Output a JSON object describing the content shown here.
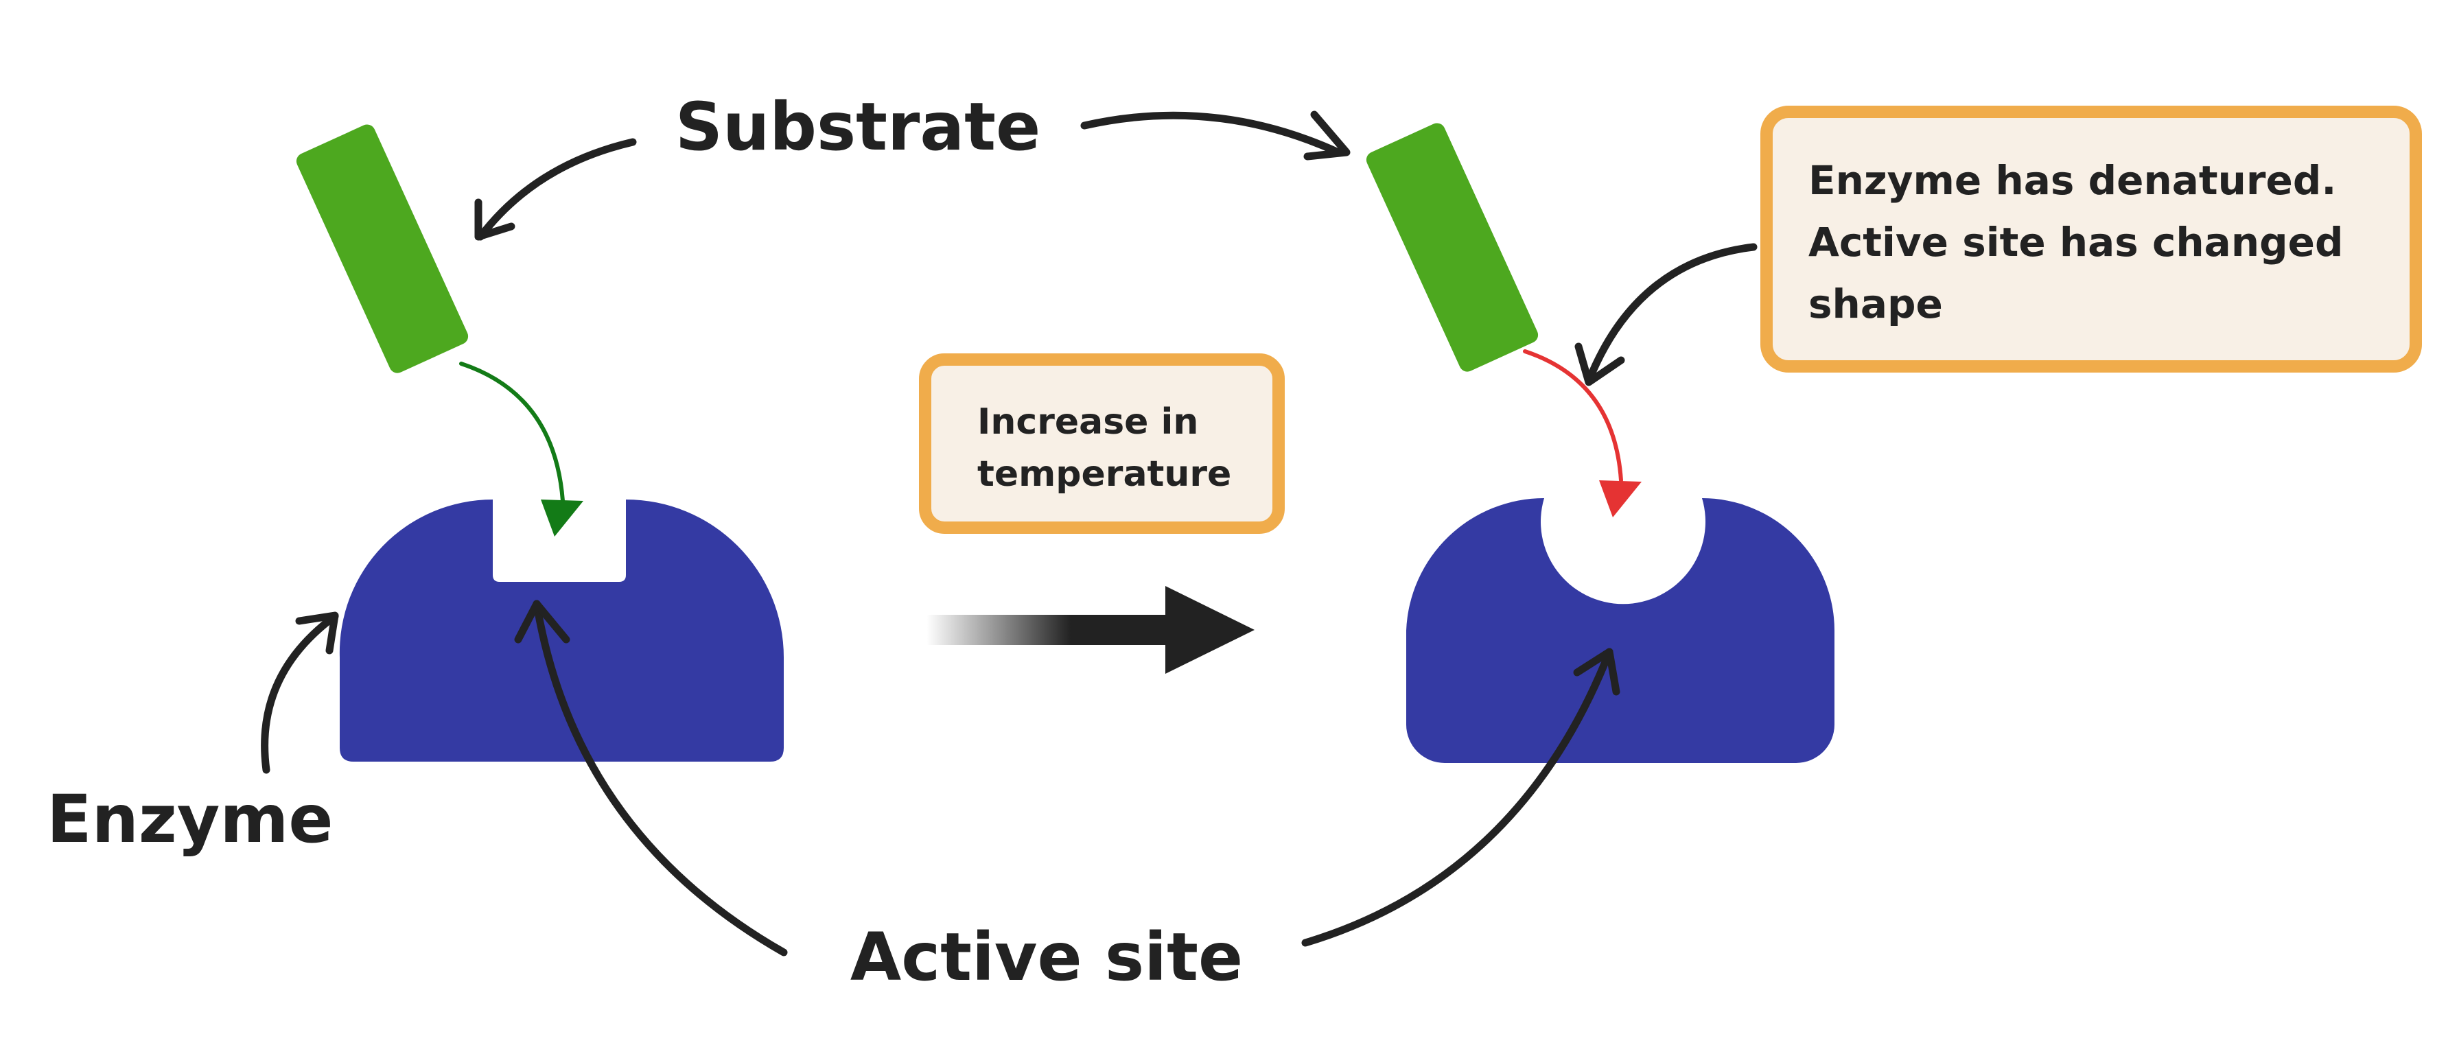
{
  "labels": {
    "substrate": "Substrate",
    "enzyme": "Enzyme",
    "active_site": "Active site"
  },
  "callouts": {
    "temperature": {
      "line1": "Increase in",
      "line2": "temperature"
    },
    "denatured": {
      "line1": "Enzyme has denatured.",
      "line2": "Active site has changed",
      "line3": "shape"
    }
  },
  "colors": {
    "enzyme": "#343aa3",
    "substrate": "#4da81f",
    "callout_border": "#f0ac4b",
    "callout_fill": "#f8f0e6",
    "fit_arrow": "#137b17",
    "no_fit_arrow": "#e53333",
    "ink": "#222222"
  }
}
